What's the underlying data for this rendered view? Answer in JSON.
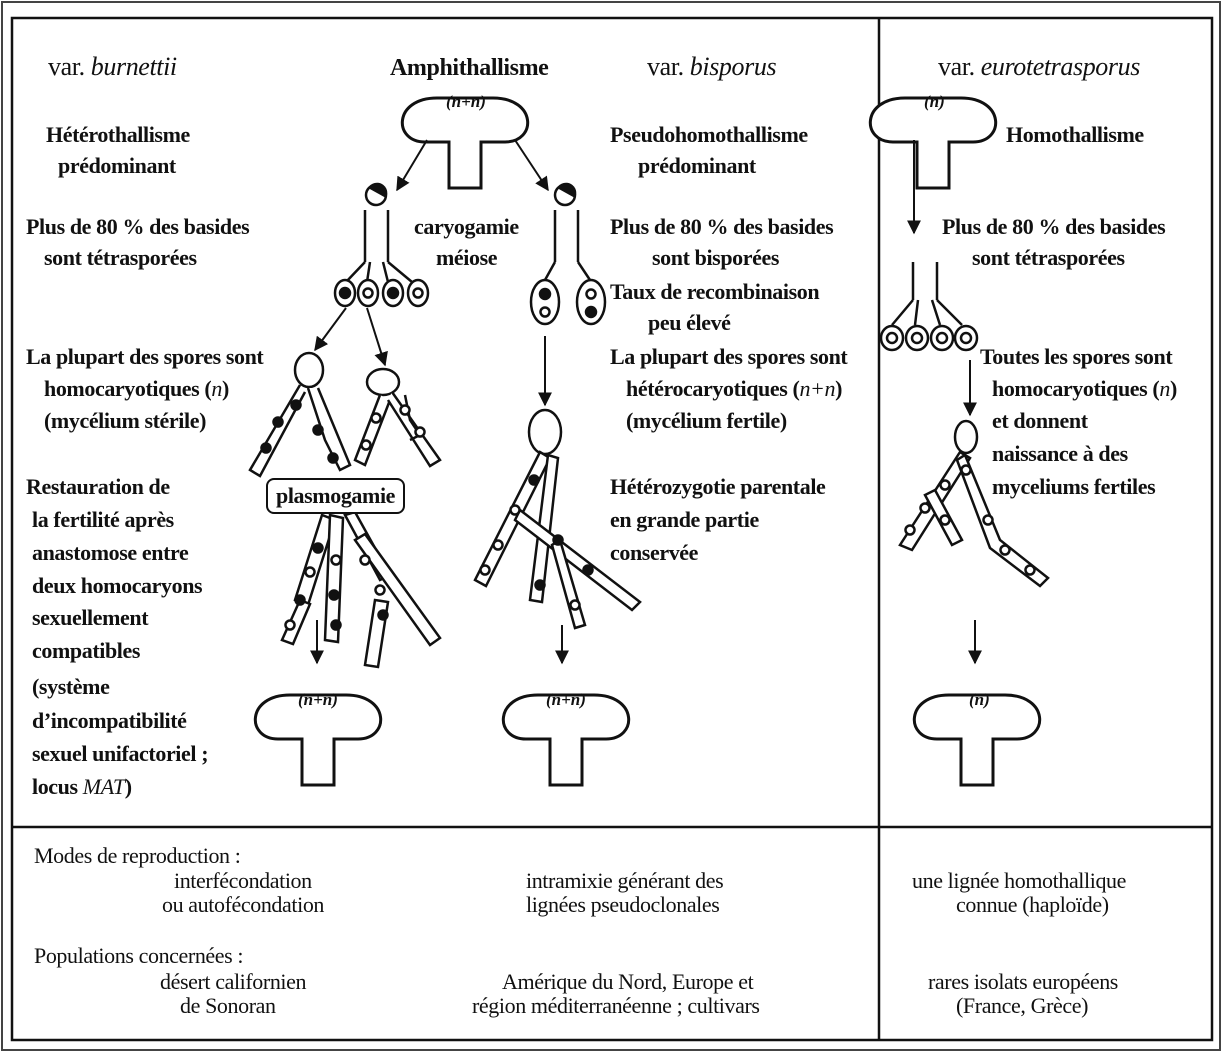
{
  "header": {
    "col1_var_prefix": "var.",
    "col1_var_name": "burnettii",
    "col1_mode": "Hétérothallisme",
    "col1_mode2": "prédominant",
    "center_mode": "Amphithallisme",
    "col2_var_prefix": "var.",
    "col2_var_name": "bisporus",
    "col2_mode": "Pseudohomothallisme",
    "col2_mode2": "prédominant",
    "col3_var_prefix": "var.",
    "col3_var_name": "eurotetrasporus",
    "col3_mode": "Homothallisme"
  },
  "mushroom_labels": {
    "top_center": "(n+n)",
    "top_right": "(n)",
    "bottom_left": "(n+n)",
    "bottom_center": "(n+n)",
    "bottom_right": "(n)"
  },
  "col1": {
    "basides_1": "Plus de 80 % des basides",
    "basides_2": "sont tétrasporées",
    "spores_1": "La plupart des spores sont",
    "spores_2a": "homocaryotiques (",
    "spores_2b": "n",
    "spores_2c": ")",
    "spores_3": "(mycélium  stérile)",
    "rest_1": "Restauration de",
    "rest_2": "la fertilité après",
    "rest_3": "anastomose entre",
    "rest_4": "deux homocaryons",
    "rest_5": "sexuellement",
    "rest_6": "compatibles",
    "rest_7": "(système",
    "rest_8": "d’incompatibilité",
    "rest_9": "sexuel unifactoriel ;",
    "rest_10a": "locus ",
    "rest_10b": "MAT",
    "rest_10c": ")"
  },
  "center": {
    "caryo_1": "caryogamie",
    "caryo_2": "méiose",
    "plasmogamie": "plasmogamie"
  },
  "col2": {
    "basides_1": "Plus de 80 % des basides",
    "basides_2": "sont bisporées",
    "taux_1": "Taux de recombinaison",
    "taux_2": "peu élevé",
    "spores_1": "La plupart des spores sont",
    "spores_2a": "hétérocaryotiques (",
    "spores_2b": "n+n",
    "spores_2c": ")",
    "spores_3": "(mycélium fertile)",
    "het_1": "Hétérozygotie parentale",
    "het_2": "en grande partie",
    "het_3": "conservée"
  },
  "col3": {
    "basides_1": "Plus de 80 % des basides",
    "basides_2": "sont tétrasporées",
    "spores_1": "Toutes les spores sont",
    "spores_2a": "homocaryotiques (",
    "spores_2b": "n",
    "spores_2c": ")",
    "spores_3": "et donnent",
    "spores_4": "naissance à des",
    "spores_5": "myceliums fertiles"
  },
  "footer": {
    "modes_title": "Modes de reproduction :",
    "modes_col1_1": "interfécondation",
    "modes_col1_2": "ou autofécondation",
    "modes_col2_1": "intramixie générant des",
    "modes_col2_2": "lignées pseudoclonales",
    "modes_col3_1": "une lignée homothallique",
    "modes_col3_2": "connue (haploïde)",
    "pop_title": "Populations concernées :",
    "pop_col1_1": "désert californien",
    "pop_col1_2": "de Sonoran",
    "pop_col2_1": "Amérique du Nord, Europe et",
    "pop_col2_2": "région méditerranéenne ; cultivars",
    "pop_col3_1": "rares isolats européens",
    "pop_col3_2": "(France, Grèce)"
  }
}
